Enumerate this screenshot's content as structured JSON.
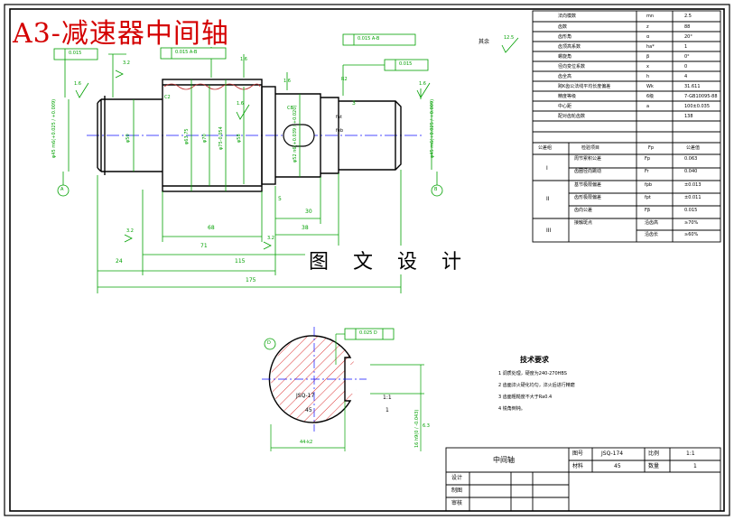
{
  "title": "A3-减速器中间轴",
  "watermark": "图 文 设 计",
  "dimensions": {
    "len_24": "24",
    "len_115": "115",
    "len_175": "175",
    "len_71": "71",
    "len_68": "68",
    "len_38": "38",
    "len_30": "30",
    "len_5": "5",
    "len_3": "3",
    "dia_left": "φ45 m6(+0.025 / +0.009)",
    "dia_right": "φ45 m6(+0.025 / +0.009)",
    "dia_50": "φ50",
    "dia_6375": "φ63.75",
    "dia_70": "φ70",
    "dia_75": "φ75-0.054",
    "dia_58": "φ58",
    "dia_52": "φ52 n6(+0.039 / +0.020)",
    "dia_section": "16 h9(0 / -0.043)",
    "dim_44": "44-k2",
    "dim_1_6a": "1.6",
    "dim_1_6b": "1.6",
    "dim_1_6c": "1.6",
    "dim_1_6d": "1.6",
    "dim_1_6e": "1.6",
    "dim_3_2a": "3.2",
    "dim_3_2b": "3.2",
    "dim_3_2c": "3.2",
    "dim_6_3": "6.3",
    "r_label": "R2",
    "chamfer": "C2",
    "c8": "C8",
    "fat": "fat",
    "feb": "feb"
  },
  "tolerances": {
    "runout_a": "0.015",
    "runout_b": "0.015 A-B",
    "runout_c": "0.015 A-B",
    "runout_d": "0.015",
    "sym": "0.025 D"
  },
  "datums": {
    "a": "A",
    "b": "B",
    "d": "D"
  },
  "roughness_note": {
    "label": "其余",
    "value": "12.5"
  },
  "section": {
    "gear_code": "JSQ-17",
    "material": "45",
    "scale": "1:1",
    "qty": "1"
  },
  "params_table": {
    "rows": [
      {
        "name": "法向模数",
        "sym": "mn",
        "val": "2.5"
      },
      {
        "name": "齿数",
        "sym": "z",
        "val": "88"
      },
      {
        "name": "齿形角",
        "sym": "α",
        "val": "20°"
      },
      {
        "name": "齿顶高系数",
        "sym": "ha*",
        "val": "1"
      },
      {
        "name": "螺旋角",
        "sym": "β",
        "val": "0°"
      },
      {
        "name": "径向变位系数",
        "sym": "x",
        "val": "0"
      },
      {
        "name": "齿全高",
        "sym": "h",
        "val": "4"
      },
      {
        "name": "跨K齿公法线平均长度偏差",
        "sym": "Wk",
        "val": "31.611"
      },
      {
        "name": "精度等级",
        "sym": "6级",
        "val": "7-GB10095-88"
      },
      {
        "name": "中心距",
        "sym": "a",
        "val": "100±0.035"
      },
      {
        "name": "配对齿轮齿数",
        "sym": "",
        "val": "138"
      }
    ],
    "group_header": {
      "c1": "公差组",
      "c2": "检验项目",
      "c3": "Fp",
      "c4": "公差值"
    },
    "groups": [
      {
        "roman": "I",
        "items": [
          {
            "name": "周节累积公差",
            "sym": "Fp",
            "val": "0.063"
          },
          {
            "name": "齿圈径向跳动",
            "sym": "Fr",
            "val": "0.040"
          }
        ]
      },
      {
        "roman": "II",
        "items": [
          {
            "name": "基节极限偏差",
            "sym": "fpb",
            "val": "±0.013"
          },
          {
            "name": "齿形极限偏差",
            "sym": "fpt",
            "val": "±0.011"
          },
          {
            "name": "齿向公差",
            "sym": "Fβ",
            "val": "0.015"
          }
        ]
      },
      {
        "roman": "III",
        "items": [
          {
            "name": "接触斑点",
            "sym": "沿齿高",
            "val": "≥70%"
          },
          {
            "name": "",
            "sym": "沿齿长",
            "val": "≥60%"
          }
        ]
      }
    ]
  },
  "tech_req": {
    "heading": "技术要求",
    "items": [
      "1  调质处理，硬度为240-270HBS",
      "2  齿面淬火硬化均匀，淬火后进行精磨",
      "3  齿面粗糙度不大于Ra0.4",
      "4  锐角倒钝。"
    ]
  },
  "title_block": {
    "part_name": "中间轴",
    "drawing_no_label": "图号",
    "drawing_no": "JSQ-174",
    "scale_label": "比例",
    "scale": "1:1",
    "material_label": "材料",
    "material": "45",
    "qty_label": "数量",
    "qty": "1",
    "design_label": "设计",
    "drawn_label": "制图",
    "check_label": "审核"
  },
  "colors": {
    "red": "#d40000",
    "green": "#00a000",
    "magenta": "#c000c0",
    "blue": "#1010ff",
    "black": "#000000"
  }
}
